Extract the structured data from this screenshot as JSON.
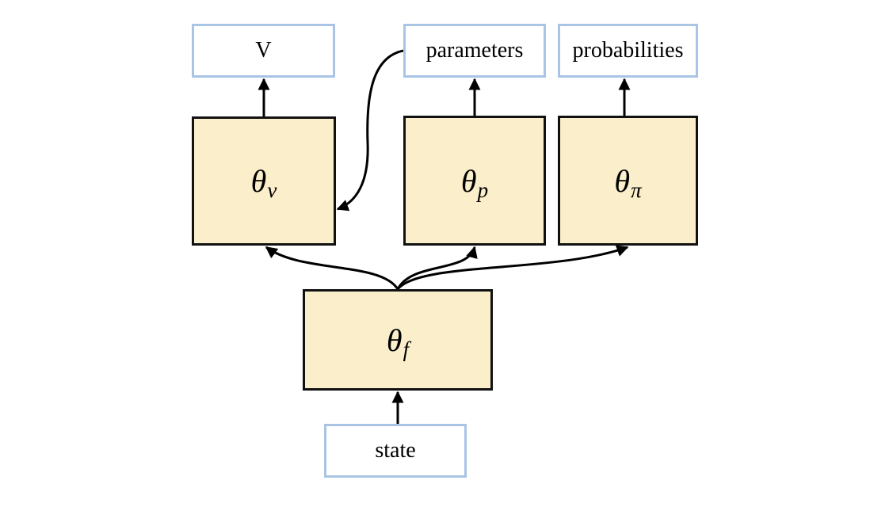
{
  "inputs_outputs": {
    "v_label": "V",
    "parameters_label": "parameters",
    "probabilities_label": "probabilities",
    "state_label": "state"
  },
  "networks": {
    "value": {
      "symbol": "θ",
      "subscript": "v"
    },
    "params": {
      "symbol": "θ",
      "subscript": "p"
    },
    "policy": {
      "symbol": "θ",
      "subscript": "π"
    },
    "feature": {
      "symbol": "θ",
      "subscript": "f"
    }
  },
  "colors": {
    "io_border": "#a9c4e4",
    "net_fill": "#fbefcb",
    "net_border": "#111111",
    "arrow": "#000000"
  }
}
